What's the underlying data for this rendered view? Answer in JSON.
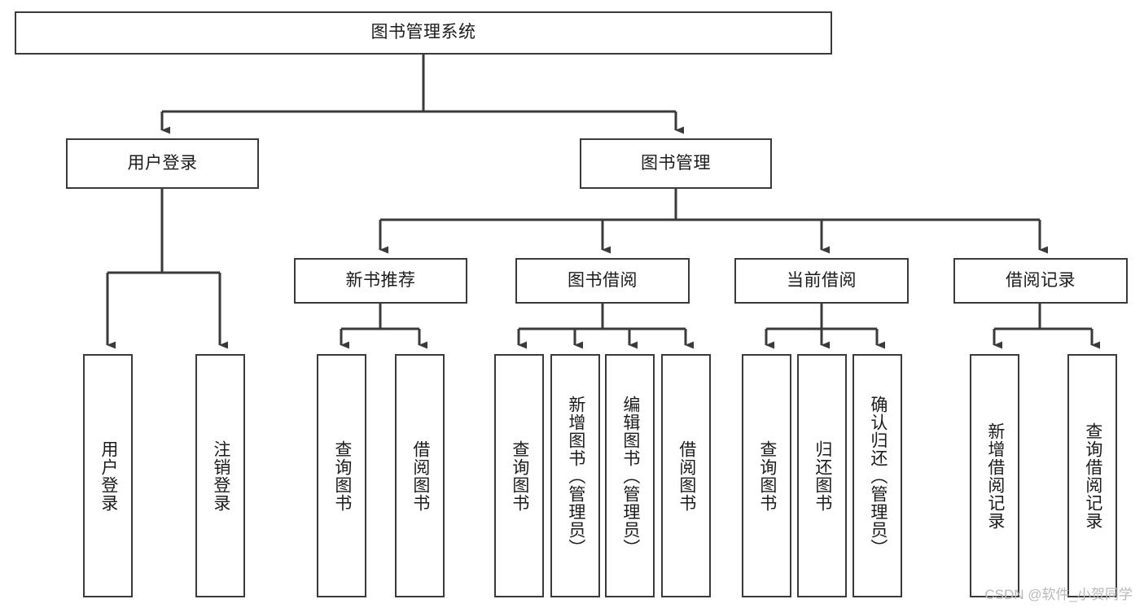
{
  "diagram": {
    "title": "图书管理系统",
    "type": "hierarchy-tree",
    "orientation": "top-down",
    "colors": {
      "box_border": "#3a3a3a",
      "box_fill": "#ffffff",
      "connector": "#3a3a3a",
      "text": "#1b1b1b",
      "watermark": "#b9b9b9"
    },
    "levels": {
      "level1": {
        "label": "图书管理系统"
      },
      "level2": [
        {
          "label": "用户登录"
        },
        {
          "label": "图书管理"
        }
      ],
      "level3": [
        {
          "label": "新书推荐"
        },
        {
          "label": "图书借阅"
        },
        {
          "label": "当前借阅"
        },
        {
          "label": "借阅记录"
        }
      ],
      "leaves": {
        "user_login": [
          {
            "label": "用户登录"
          },
          {
            "label": "注销登录"
          }
        ],
        "new_book_recommend": [
          {
            "label": "查询图书"
          },
          {
            "label": "借阅图书"
          }
        ],
        "book_borrow": [
          {
            "label": "查询图书"
          },
          {
            "label": "新增图书（管理员）"
          },
          {
            "label": "编辑图书（管理员）"
          },
          {
            "label": "借阅图书"
          }
        ],
        "current_borrow": [
          {
            "label": "查询图书"
          },
          {
            "label": "归还图书"
          },
          {
            "label": "确认归还（管理员）"
          }
        ],
        "borrow_records": [
          {
            "label": "新增借阅记录"
          },
          {
            "label": "查询借阅记录"
          }
        ]
      }
    }
  },
  "watermark": {
    "text": "CSDN @软件_小贺同学"
  }
}
